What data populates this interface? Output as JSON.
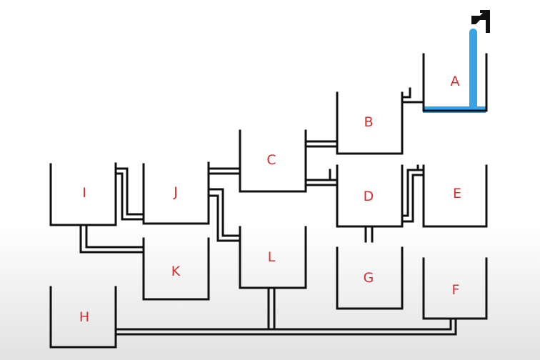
{
  "diagram": {
    "colors": {
      "line": "#111111",
      "label": "#d62f2f",
      "water": "#3aa3e3"
    },
    "containers": [
      {
        "id": "A",
        "label": "A"
      },
      {
        "id": "B",
        "label": "B"
      },
      {
        "id": "C",
        "label": "C"
      },
      {
        "id": "D",
        "label": "D"
      },
      {
        "id": "E",
        "label": "E"
      },
      {
        "id": "F",
        "label": "F"
      },
      {
        "id": "G",
        "label": "G"
      },
      {
        "id": "H",
        "label": "H"
      },
      {
        "id": "I",
        "label": "I"
      },
      {
        "id": "J",
        "label": "J"
      },
      {
        "id": "K",
        "label": "K"
      },
      {
        "id": "L",
        "label": "L"
      }
    ],
    "tap": {
      "icon": "tap-icon"
    },
    "water_in": "A"
  }
}
